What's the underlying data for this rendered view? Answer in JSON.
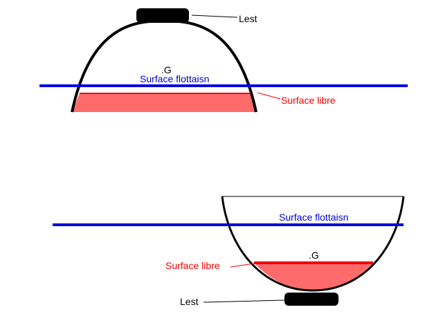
{
  "top": {
    "lest_label": "Lest",
    "g_label": ".G",
    "waterline_label": "Surface flottaisn",
    "free_surface_label": "Surface libre"
  },
  "bottom": {
    "lest_label": "Lest",
    "g_label": ".G",
    "waterline_label": "Surface flottaisn",
    "free_surface_label": "Surface libre"
  },
  "colors": {
    "hull": "#000000",
    "waterline": "#0000dd",
    "liquid_fill": "#ff6b6b",
    "free_surface_line": "#ee0000",
    "free_surface_text": "#ee0000",
    "waterline_text": "#0000cc",
    "ballast": "#000000"
  }
}
